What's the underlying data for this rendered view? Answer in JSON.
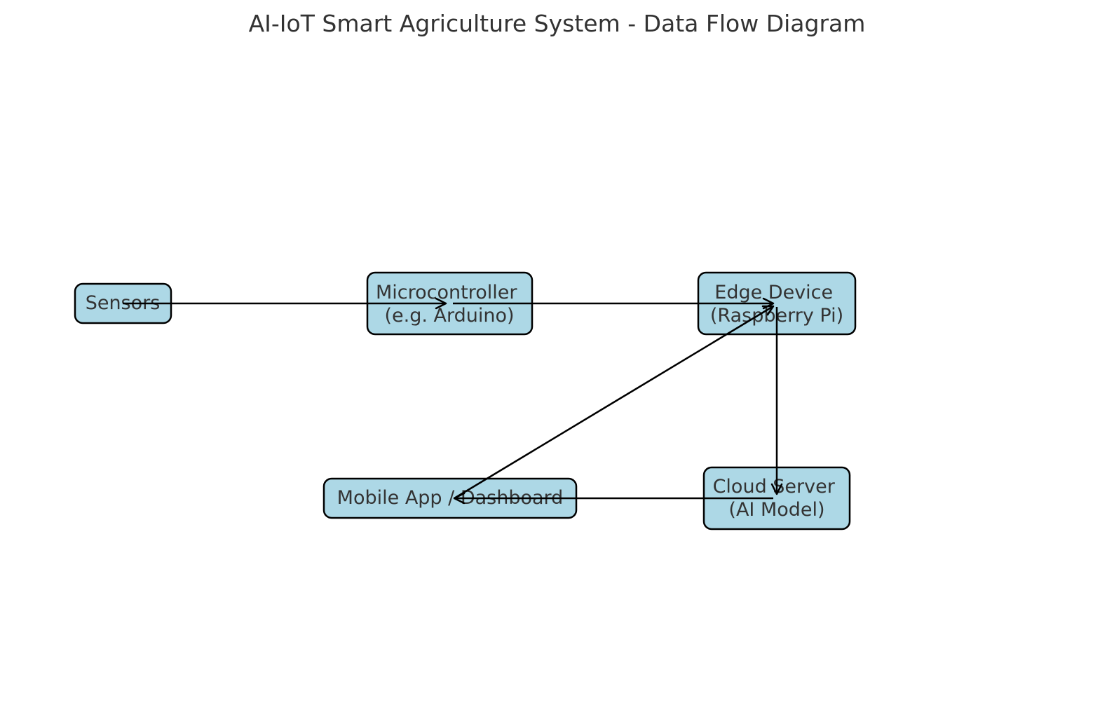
{
  "diagram": {
    "title": "AI-IoT Smart Agriculture System - Data Flow Diagram",
    "colors": {
      "node_fill": "#add8e6",
      "node_stroke": "#000000",
      "arrow": "#000000",
      "text": "#333333"
    },
    "nodes": {
      "sensors": {
        "lines": [
          "Sensors"
        ]
      },
      "microcontroller": {
        "lines": [
          "Microcontroller",
          "(e.g. Arduino)"
        ]
      },
      "edge": {
        "lines": [
          "Edge Device",
          "(Raspberry Pi)"
        ]
      },
      "cloud": {
        "lines": [
          "Cloud Server",
          "(AI Model)"
        ]
      },
      "mobile": {
        "lines": [
          "Mobile App / Dashboard"
        ]
      }
    },
    "edges": [
      {
        "from": "sensors",
        "to": "microcontroller"
      },
      {
        "from": "microcontroller",
        "to": "edge"
      },
      {
        "from": "edge",
        "to": "cloud"
      },
      {
        "from": "cloud",
        "to": "mobile"
      },
      {
        "from": "mobile",
        "to": "edge"
      }
    ]
  }
}
